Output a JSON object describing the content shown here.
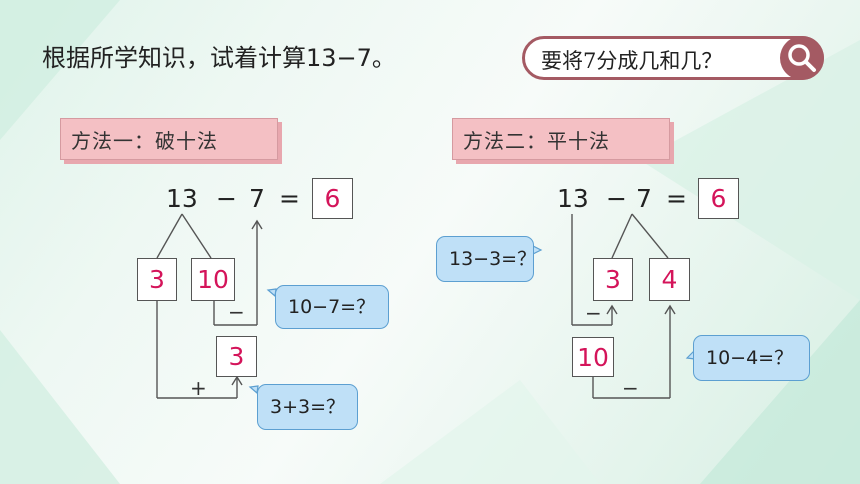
{
  "title": "根据所学知识，试着计算13−7。",
  "question_pill": {
    "text": "要将7分成几和几？",
    "icon": "search-icon"
  },
  "method1": {
    "label": "方法一：破十法",
    "eq": {
      "a": "13",
      "op": "−",
      "b": "7",
      "eq": "=",
      "result": "6"
    },
    "split": [
      "3",
      "10"
    ],
    "mid_result": "3",
    "minus_sign": "−",
    "plus_sign": "+",
    "bubble1": "10−7=？",
    "bubble2": "3+3=？"
  },
  "method2": {
    "label": "方法二：平十法",
    "eq": {
      "a": "13",
      "op": "−",
      "b": "7",
      "eq": "=",
      "result": "6"
    },
    "split": [
      "3",
      "4"
    ],
    "mid_result": "10",
    "minus_sign1": "−",
    "minus_sign2": "−",
    "bubble1": "13−3=？",
    "bubble2": "10−4=？"
  },
  "colors": {
    "accent": "#a45a63",
    "label_bg": "#f4c0c4",
    "box_text": "#d4145a",
    "bubble_bg": "#bfe0f7",
    "bubble_border": "#5c9fd1"
  }
}
